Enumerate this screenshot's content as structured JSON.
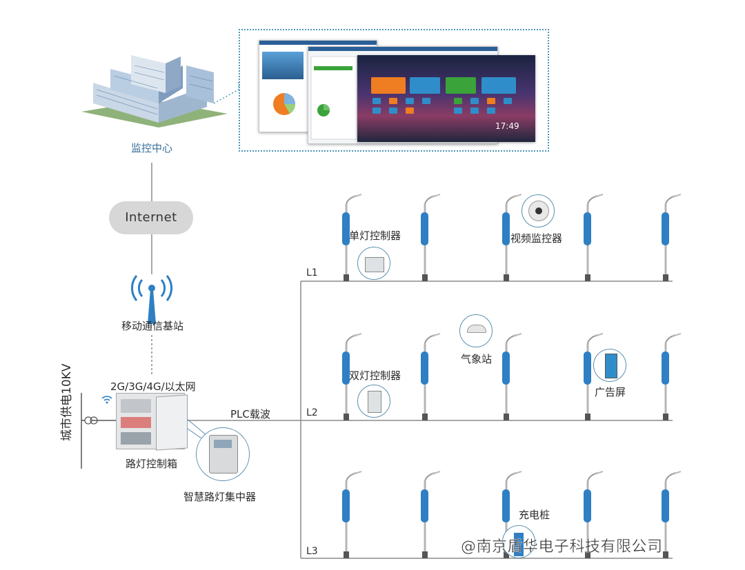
{
  "monitor_center": {
    "label": "监控中心",
    "clock": "17:49"
  },
  "internet": {
    "label": "Internet"
  },
  "base_station": {
    "label": "移动通信基站"
  },
  "network": {
    "label": "2G/3G/4G/以太网"
  },
  "power_supply": {
    "label": "城市供电10KV"
  },
  "control_box": {
    "label": "路灯控制箱"
  },
  "concentrator": {
    "label": "智慧路灯集中器"
  },
  "plc": {
    "label": "PLC载波"
  },
  "lines": [
    "L1",
    "L2",
    "L3"
  ],
  "devices": {
    "single_lamp_controller": "单灯控制器",
    "video_monitor": "视频监控器",
    "double_lamp_controller": "双灯控制器",
    "weather_station": "气象站",
    "ad_screen": "广告屏",
    "charging_pile": "充电桩"
  },
  "watermark": "@南京盾华电子科技有限公司",
  "colors": {
    "pole_blue": "#2f7fc4",
    "frame_dots": "#4a97b4",
    "label_blue": "#3a6f9a",
    "line_gray": "#9a9a9a"
  }
}
